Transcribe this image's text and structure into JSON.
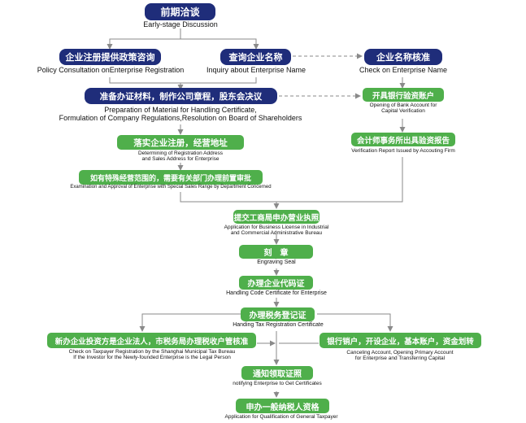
{
  "steps": {
    "early": {
      "zh": "前期洽谈",
      "en": "Early-stage Discussion"
    },
    "policy": {
      "zh": "企业注册提供政策咨询",
      "en": "Policy Consultation onEnterprise Registration"
    },
    "inquiry": {
      "zh": "查询企业名称",
      "en": "Inquiry about Enterprise Name"
    },
    "check": {
      "zh": "企业名称核准",
      "en": "Check on Enterprise Name"
    },
    "prepare": {
      "zh": "准备办证材料，制作公司章程，股东会决议",
      "en1": "Preparation of Material for Handling Certificate,",
      "en2": "Formulation of Company Regulations,Resolution on Board of Shareholders"
    },
    "bank": {
      "zh": "开具银行验资账户",
      "en1": "Opening of Bank Account for",
      "en2": "Capital Verification"
    },
    "address": {
      "zh": "落实企业注册，经营地址",
      "en1": "Determining of Registration Address",
      "en2": "and Sales Address for Enterprise"
    },
    "verify": {
      "zh": "会计师事务所出具验资报告",
      "en": "Verification Report Issued by Accouting Firm"
    },
    "special": {
      "zh": "如有特殊经营范围的，需要有关部门办理前置审批",
      "en": "Examination and Approval of Enterprise with Special Sales Range by Department Concerned"
    },
    "license": {
      "zh": "提交工商局申办营业执照",
      "en1": "Application for Business License in Industrial",
      "en2": "and Commercial Administrative Bureau"
    },
    "seal": {
      "zh": "刻　章",
      "en": "Engraving Seal"
    },
    "code": {
      "zh": "办理企业代码证",
      "en": "Handling Code Certificate for Enterprise"
    },
    "tax": {
      "zh": "办理税务登记证",
      "en": "Handing Tax Registration Certificate"
    },
    "taxpayer": {
      "zh": "新办企业投资方是企业法人，市税务局办理税收户管核准",
      "en1": "Check on Taxpayer Registration by the Shanghai Municipal Tax Bureau",
      "en2": "If the Investor for the Newly-founded Enterprise is the Legal Person"
    },
    "bankacct": {
      "zh": "银行销户，开设企业，基本账户，资金划转",
      "en1": "Canceling Account, Opening Primary Account",
      "en2": "for Enterprise and Transferring Capital"
    },
    "notify": {
      "zh": "通知领取证照",
      "en": "notifying Enterprise to Get Certificates"
    },
    "general": {
      "zh": "申办一般纳税人资格",
      "en": "Application for Qualification of General Taxpayer"
    }
  },
  "colors": {
    "navy": "#1f2d7a",
    "green": "#4faf4b",
    "line": "#8a8a8a"
  }
}
